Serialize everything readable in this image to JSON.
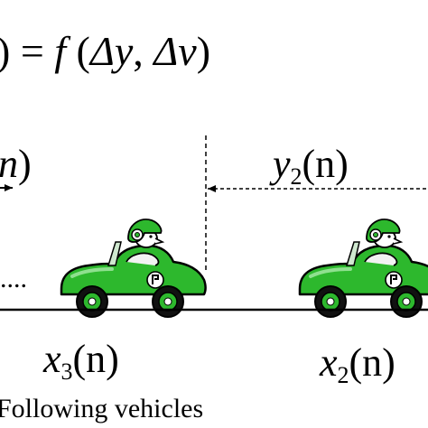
{
  "equation": {
    "left": ") = ",
    "func": "f",
    "open": " (",
    "arg1": "Δy",
    "sep": ", ",
    "arg2": "Δv",
    "close": ")"
  },
  "labels": {
    "left_gap_var": "n",
    "left_gap_close": ")",
    "gap_var": "y",
    "gap_sub": "2",
    "gap_arg": "(n)",
    "pos3_var": "x",
    "pos3_sub": "3",
    "pos3_arg": "(n)",
    "pos2_var": "x",
    "pos2_sub": "2",
    "pos2_arg": "(n)",
    "dots": "....",
    "caption": "Following vehicles"
  },
  "cars": [
    {
      "name": "car-left",
      "body_color": "#2db82d",
      "light_color": "#7ed87e"
    },
    {
      "name": "car-right",
      "body_color": "#2db82d",
      "light_color": "#7ed87e"
    }
  ],
  "colors": {
    "ink": "#000000",
    "road": "#000000"
  }
}
